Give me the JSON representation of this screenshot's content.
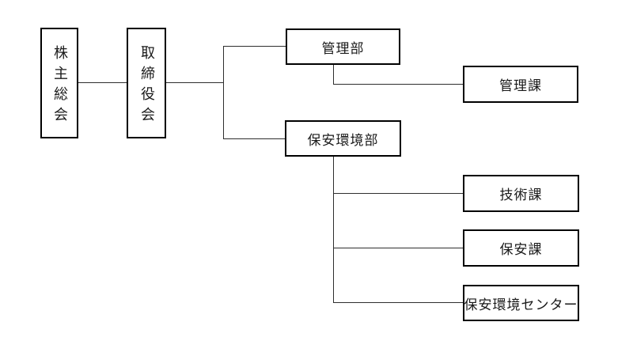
{
  "diagram": {
    "type": "org-chart",
    "nodes": {
      "shareholders": {
        "label": "株主総会",
        "orientation": "vertical"
      },
      "board": {
        "label": "取締役会",
        "orientation": "vertical"
      },
      "admin_dept": {
        "label": "管理部",
        "orientation": "horizontal"
      },
      "admin_section": {
        "label": "管理課",
        "orientation": "horizontal"
      },
      "safety_env_dept": {
        "label": "保安環境部",
        "orientation": "horizontal"
      },
      "tech_section": {
        "label": "技術課",
        "orientation": "horizontal"
      },
      "safety_section": {
        "label": "保安課",
        "orientation": "horizontal"
      },
      "safety_env_center": {
        "label": "保安環境センター",
        "orientation": "horizontal"
      }
    },
    "edges": [
      {
        "from": "株主総会",
        "to": "取締役会"
      },
      {
        "from": "取締役会",
        "to": "管理部"
      },
      {
        "from": "取締役会",
        "to": "保安環境部"
      },
      {
        "from": "管理部",
        "to": "管理課"
      },
      {
        "from": "保安環境部",
        "to": "技術課"
      },
      {
        "from": "保安環境部",
        "to": "保安課"
      },
      {
        "from": "保安環境部",
        "to": "保安環境センター"
      }
    ],
    "colors": {
      "background": "#ffffff",
      "box_border": "#000000",
      "box_fill": "#ffffff",
      "connector": "#2e2e2e",
      "text": "#1a1a1a"
    }
  }
}
